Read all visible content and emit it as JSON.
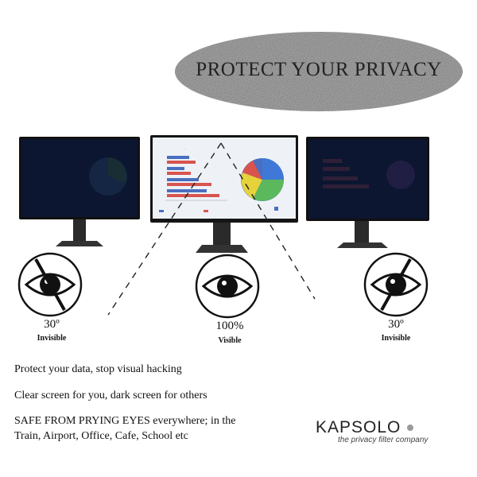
{
  "banner": {
    "title": "PROTECT YOUR PRIVACY"
  },
  "views": [
    {
      "angle": "30º",
      "status": "Invisible",
      "eye": "crossed-eye-icon"
    },
    {
      "angle": "100%",
      "status": "Visible",
      "eye": "open-eye-icon"
    },
    {
      "angle": "30º",
      "status": "Invisible",
      "eye": "crossed-eye-icon"
    }
  ],
  "features": [
    "Protect your data, stop visual hacking",
    "Clear screen for you, dark screen for others",
    "SAFE FROM PRYING EYES everywhere; in the Train, Airport, Office, Cafe, School etc"
  ],
  "brand": {
    "name": "KAPSOLO",
    "tagline": "the privacy filter company"
  },
  "colors": {
    "bar_blue": "#4a6fc0",
    "bar_red": "#d9534f",
    "pie_green": "#5cb85c",
    "pie_yellow": "#e6d23a",
    "screen_dark": "#0c1630"
  }
}
